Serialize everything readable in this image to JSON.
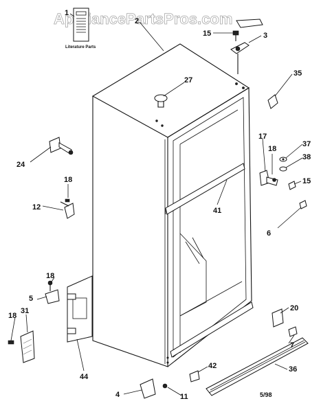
{
  "watermark": "AppliancePartsPros.com",
  "literature_label": "Literature Parts",
  "date_code": "5/98",
  "callouts": {
    "c1": "1",
    "c2": "2",
    "c3": "3",
    "c4": "4",
    "c5": "5",
    "c6": "6",
    "c7": "7",
    "c11": "11",
    "c12": "12",
    "c15a": "15",
    "c15b": "15",
    "c17": "17",
    "c18a": "18",
    "c18b": "18",
    "c18c": "18",
    "c18d": "18",
    "c20": "20",
    "c24": "24",
    "c27": "27",
    "c31": "31",
    "c35": "35",
    "c36": "36",
    "c37": "37",
    "c38": "38",
    "c41": "41",
    "c42": "42",
    "c44": "44"
  }
}
